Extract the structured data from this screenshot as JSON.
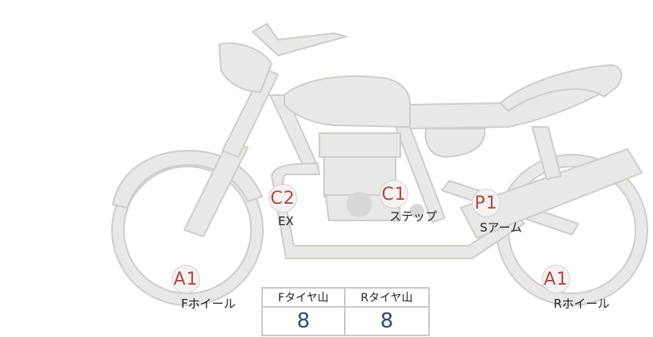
{
  "markers": {
    "front_wheel": {
      "code": "A1",
      "label": "Fホイール"
    },
    "exhaust": {
      "code": "C2",
      "label": "EX"
    },
    "step": {
      "code": "C1",
      "label": "ステップ"
    },
    "swing_arm": {
      "code": "P1",
      "label": "Sアーム"
    },
    "rear_wheel": {
      "code": "A1",
      "label": "Rホイール"
    }
  },
  "tread_table": {
    "front_header": "Fタイヤ山",
    "rear_header": "Rタイヤ山",
    "front_value": "8",
    "rear_value": "8"
  },
  "colors": {
    "body_fill": "#e9e8e6",
    "outline": "#cfcdca",
    "marker_text": "#b0483f",
    "value_text": "#2f4a7a"
  }
}
